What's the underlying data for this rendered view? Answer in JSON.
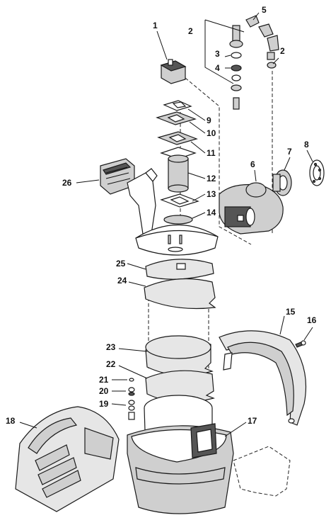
{
  "callouts": [
    {
      "id": "1",
      "label": "1"
    },
    {
      "id": "2a",
      "label": "2"
    },
    {
      "id": "2b",
      "label": "2"
    },
    {
      "id": "3",
      "label": "3"
    },
    {
      "id": "4",
      "label": "4"
    },
    {
      "id": "5",
      "label": "5"
    },
    {
      "id": "6",
      "label": "6"
    },
    {
      "id": "7",
      "label": "7"
    },
    {
      "id": "8",
      "label": "8"
    },
    {
      "id": "9",
      "label": "9"
    },
    {
      "id": "10",
      "label": "10"
    },
    {
      "id": "11",
      "label": "11"
    },
    {
      "id": "12",
      "label": "12"
    },
    {
      "id": "13",
      "label": "13"
    },
    {
      "id": "14",
      "label": "14"
    },
    {
      "id": "15",
      "label": "15"
    },
    {
      "id": "16",
      "label": "16"
    },
    {
      "id": "17",
      "label": "17"
    },
    {
      "id": "18",
      "label": "18"
    },
    {
      "id": "19",
      "label": "19"
    },
    {
      "id": "20",
      "label": "20"
    },
    {
      "id": "21",
      "label": "21"
    },
    {
      "id": "22",
      "label": "22"
    },
    {
      "id": "23",
      "label": "23"
    },
    {
      "id": "24",
      "label": "24"
    },
    {
      "id": "25",
      "label": "25"
    },
    {
      "id": "26",
      "label": "26"
    }
  ]
}
